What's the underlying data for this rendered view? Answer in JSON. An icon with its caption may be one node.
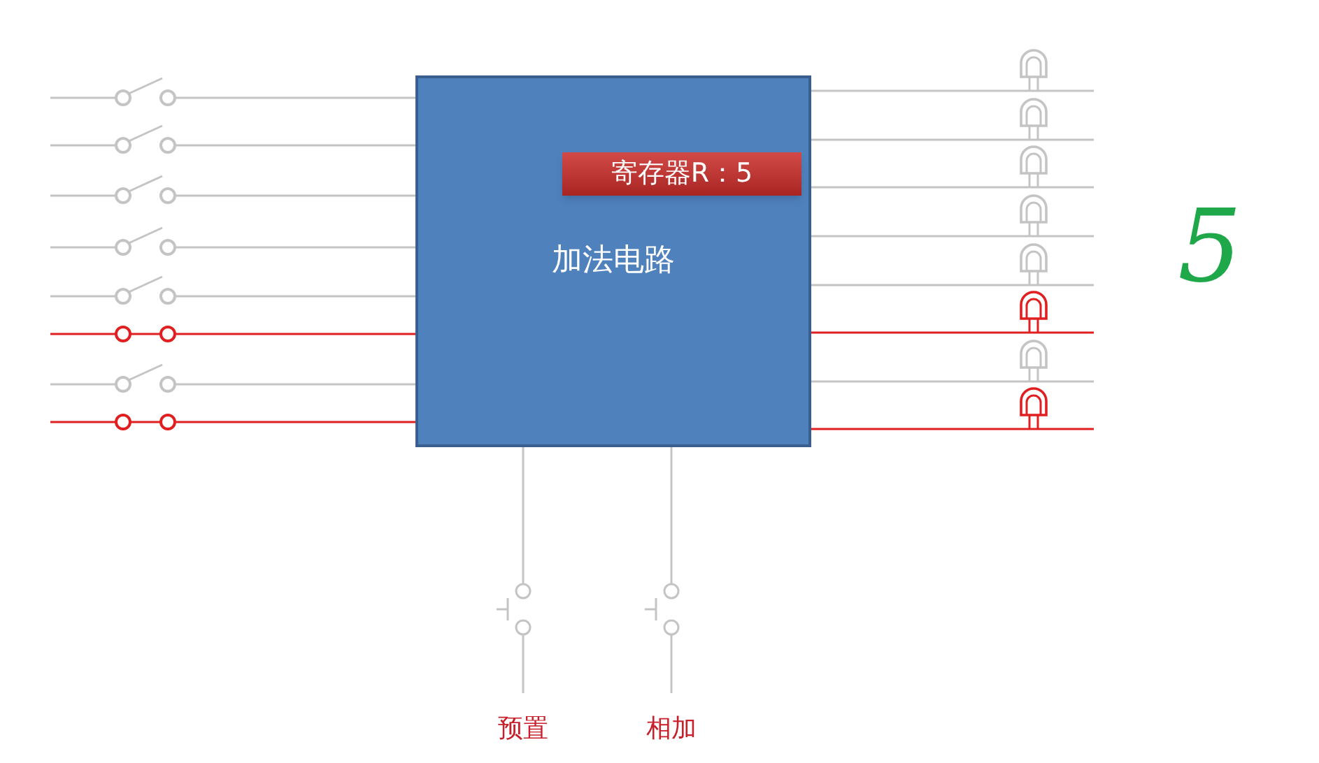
{
  "diagram": {
    "nodes": [
      {
        "text": [
          "加法电路"
        ]
      },
      {
        "text": [
          "寄存器R：5"
        ],
        "in": 0
      },
      {
        "text": [],
        "shape": "switch"
      },
      {
        "text": [],
        "shape": "switch"
      },
      {
        "text": [],
        "shape": "switch"
      },
      {
        "text": [],
        "shape": "switch"
      },
      {
        "text": [],
        "shape": "switch"
      },
      {
        "text": [],
        "shape": "switch"
      },
      {
        "text": [],
        "shape": "switch"
      },
      {
        "text": [],
        "shape": "switch"
      },
      {
        "text": [],
        "shape": "led"
      },
      {
        "text": [],
        "shape": "led"
      },
      {
        "text": [],
        "shape": "led"
      },
      {
        "text": [],
        "shape": "led"
      },
      {
        "text": [],
        "shape": "led"
      },
      {
        "text": [],
        "shape": "led"
      },
      {
        "text": [],
        "shape": "led"
      },
      {
        "text": [],
        "shape": "led"
      },
      {
        "text": [],
        "shape": "button",
        "beside": [
          "预置"
        ]
      },
      {
        "text": [],
        "shape": "button",
        "beside": [
          "相加"
        ]
      }
    ],
    "edges": [
      {
        "from": 2,
        "to": 0,
        "arrow": "none"
      },
      {
        "from": 3,
        "to": 0,
        "arrow": "none"
      },
      {
        "from": 4,
        "to": 0,
        "arrow": "none"
      },
      {
        "from": 5,
        "to": 0,
        "arrow": "none"
      },
      {
        "from": 6,
        "to": 0,
        "arrow": "none"
      },
      {
        "from": 7,
        "to": 0,
        "arrow": "none",
        "color": "#e02020"
      },
      {
        "from": 8,
        "to": 0,
        "arrow": "none"
      },
      {
        "from": 9,
        "to": 0,
        "arrow": "none",
        "color": "#e02020"
      },
      {
        "from": 0,
        "to": 10,
        "arrow": "none"
      },
      {
        "from": 0,
        "to": 11,
        "arrow": "none"
      },
      {
        "from": 0,
        "to": 12,
        "arrow": "none"
      },
      {
        "from": 0,
        "to": 13,
        "arrow": "none"
      },
      {
        "from": 0,
        "to": 14,
        "arrow": "none"
      },
      {
        "from": 0,
        "to": 15,
        "arrow": "none",
        "color": "#e02020"
      },
      {
        "from": 0,
        "to": 16,
        "arrow": "none"
      },
      {
        "from": 0,
        "to": 17,
        "arrow": "none",
        "color": "#e02020"
      },
      {
        "from": 18,
        "to": 0,
        "arrow": "none"
      },
      {
        "from": 19,
        "to": 0,
        "arrow": "none"
      }
    ],
    "labels": [
      "5"
    ]
  }
}
